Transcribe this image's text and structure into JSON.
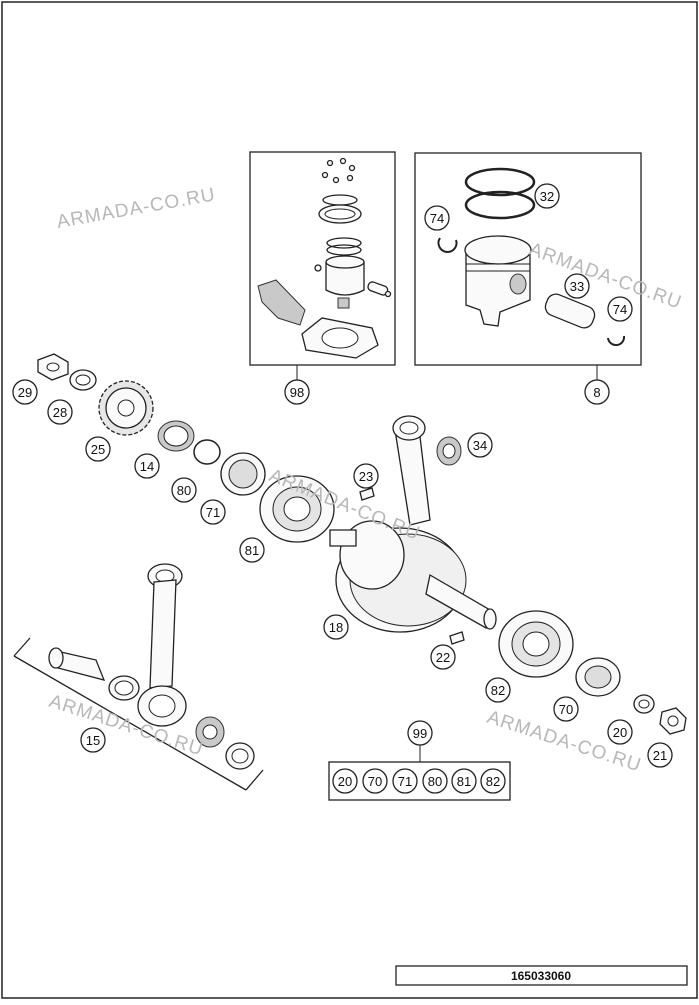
{
  "diagram_id": "165033060",
  "watermark": "ARMADA-CO.RU",
  "callouts": {
    "c29": "29",
    "c28": "28",
    "c25": "25",
    "c14": "14",
    "c80": "80",
    "c71": "71",
    "c81": "81",
    "c23": "23",
    "c34": "34",
    "c18": "18",
    "c22": "22",
    "c82": "82",
    "c70": "70",
    "c20": "20",
    "c21": "21",
    "c15": "15",
    "c98": "98",
    "c8": "8",
    "c32": "32",
    "c33": "33",
    "c74a": "74",
    "c74b": "74",
    "c99": "99"
  },
  "kit99": [
    "20",
    "70",
    "71",
    "80",
    "81",
    "82"
  ]
}
